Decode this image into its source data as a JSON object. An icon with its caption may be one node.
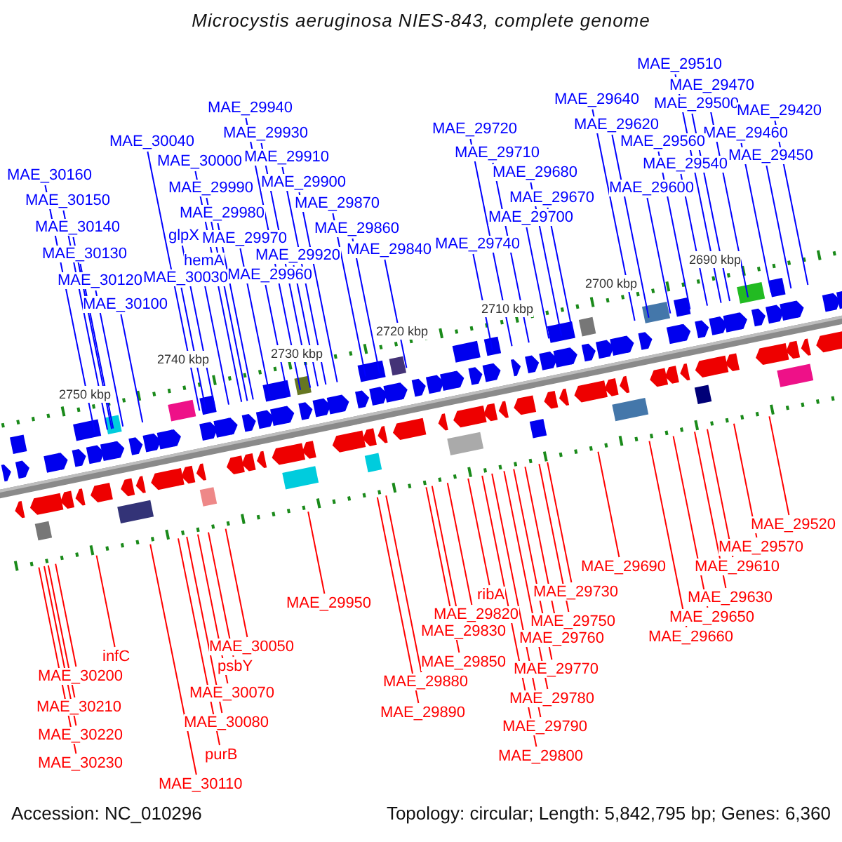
{
  "diagram": {
    "title": "Microcystis aeruginosa NIES-843, complete genome",
    "nodes": [
      {
        "text": [
          "MAE_29510"
        ]
      },
      {
        "text": [
          "MAE_29470"
        ]
      },
      {
        "text": [
          "MAE_29640"
        ]
      },
      {
        "text": [
          "MAE_29500"
        ]
      },
      {
        "text": [
          "MAE_29940"
        ]
      },
      {
        "text": [
          "MAE_29420"
        ]
      },
      {
        "text": [
          "MAE_29620"
        ]
      },
      {
        "text": [
          "MAE_29720"
        ]
      },
      {
        "text": [
          "MAE_29930"
        ]
      },
      {
        "text": [
          "MAE_29460"
        ]
      },
      {
        "text": [
          "MAE_30040"
        ]
      },
      {
        "text": [
          "MAE_29560"
        ]
      },
      {
        "text": [
          "MAE_29710"
        ]
      },
      {
        "text": [
          "MAE_29910"
        ]
      },
      {
        "text": [
          "MAE_29450"
        ]
      },
      {
        "text": [
          "MAE_30000"
        ]
      },
      {
        "text": [
          "MAE_29540"
        ]
      },
      {
        "text": [
          "MAE_29680"
        ]
      },
      {
        "text": [
          "MAE_30160"
        ]
      },
      {
        "text": [
          "MAE_29900"
        ]
      },
      {
        "text": [
          "MAE_29990"
        ]
      },
      {
        "text": [
          "MAE_29600"
        ]
      },
      {
        "text": [
          "MAE_29670"
        ]
      },
      {
        "text": [
          "MAE_30150"
        ]
      },
      {
        "text": [
          "MAE_29870"
        ]
      },
      {
        "text": [
          "MAE_29980"
        ]
      },
      {
        "text": [
          "MAE_29700"
        ]
      },
      {
        "text": [
          "MAE_30140"
        ]
      },
      {
        "text": [
          "MAE_29860"
        ]
      },
      {
        "text": [
          "glpX"
        ]
      },
      {
        "text": [
          "MAE_29970"
        ]
      },
      {
        "text": [
          "MAE_29740"
        ]
      },
      {
        "text": [
          "MAE_29840"
        ]
      },
      {
        "text": [
          "MAE_30130"
        ]
      },
      {
        "text": [
          "MAE_29920"
        ]
      },
      {
        "text": [
          "hemA"
        ]
      },
      {
        "text": [
          "MAE_29960"
        ]
      },
      {
        "text": [
          "MAE_30030"
        ]
      },
      {
        "text": [
          "MAE_30120"
        ]
      },
      {
        "text": [
          "MAE_30100"
        ]
      },
      {
        "text": [
          "MAE_29520"
        ]
      },
      {
        "text": [
          "MAE_29570"
        ]
      },
      {
        "text": [
          "MAE_29610"
        ]
      },
      {
        "text": [
          "MAE_29690"
        ]
      },
      {
        "text": [
          "MAE_29730"
        ]
      },
      {
        "text": [
          "ribA"
        ]
      },
      {
        "text": [
          "MAE_29630"
        ]
      },
      {
        "text": [
          "MAE_29950"
        ]
      },
      {
        "text": [
          "MAE_29820"
        ]
      },
      {
        "text": [
          "MAE_29650"
        ]
      },
      {
        "text": [
          "MAE_29750"
        ]
      },
      {
        "text": [
          "MAE_29830"
        ]
      },
      {
        "text": [
          "MAE_29660"
        ]
      },
      {
        "text": [
          "MAE_29760"
        ]
      },
      {
        "text": [
          "MAE_30050"
        ]
      },
      {
        "text": [
          "infC"
        ]
      },
      {
        "text": [
          "MAE_29850"
        ]
      },
      {
        "text": [
          "psbY"
        ]
      },
      {
        "text": [
          "MAE_29770"
        ]
      },
      {
        "text": [
          "MAE_30200"
        ]
      },
      {
        "text": [
          "MAE_29880"
        ]
      },
      {
        "text": [
          "MAE_30070"
        ]
      },
      {
        "text": [
          "MAE_29780"
        ]
      },
      {
        "text": [
          "MAE_30210"
        ]
      },
      {
        "text": [
          "MAE_29890"
        ]
      },
      {
        "text": [
          "MAE_30080"
        ]
      },
      {
        "text": [
          "MAE_29790"
        ]
      },
      {
        "text": [
          "MAE_30220"
        ]
      },
      {
        "text": [
          "purB"
        ]
      },
      {
        "text": [
          "MAE_29800"
        ]
      },
      {
        "text": [
          "MAE_30230"
        ]
      },
      {
        "text": [
          "MAE_30110"
        ]
      }
    ],
    "edges": [
      {
        "from": 0,
        "to": null,
        "arrow": "none"
      },
      {
        "from": 1,
        "to": null,
        "arrow": "none"
      },
      {
        "from": 2,
        "to": null,
        "arrow": "none"
      },
      {
        "from": 3,
        "to": null,
        "arrow": "none"
      },
      {
        "from": 4,
        "to": null,
        "arrow": "none"
      },
      {
        "from": 5,
        "to": null,
        "arrow": "none"
      },
      {
        "from": 6,
        "to": null,
        "arrow": "none"
      },
      {
        "from": 7,
        "to": null,
        "arrow": "none"
      },
      {
        "from": 8,
        "to": null,
        "arrow": "none"
      },
      {
        "from": 9,
        "to": null,
        "arrow": "none"
      },
      {
        "from": 10,
        "to": null,
        "arrow": "none"
      },
      {
        "from": 11,
        "to": null,
        "arrow": "none"
      },
      {
        "from": 12,
        "to": null,
        "arrow": "none"
      },
      {
        "from": 13,
        "to": null,
        "arrow": "none"
      },
      {
        "from": 14,
        "to": null,
        "arrow": "none"
      },
      {
        "from": 15,
        "to": null,
        "arrow": "none"
      },
      {
        "from": 16,
        "to": null,
        "arrow": "none"
      },
      {
        "from": 17,
        "to": null,
        "arrow": "none"
      },
      {
        "from": 18,
        "to": null,
        "arrow": "none"
      },
      {
        "from": 19,
        "to": null,
        "arrow": "none"
      },
      {
        "from": 20,
        "to": null,
        "arrow": "none"
      },
      {
        "from": 21,
        "to": null,
        "arrow": "none"
      },
      {
        "from": 22,
        "to": null,
        "arrow": "none"
      },
      {
        "from": 23,
        "to": null,
        "arrow": "none"
      },
      {
        "from": 24,
        "to": null,
        "arrow": "none"
      },
      {
        "from": 25,
        "to": null,
        "arrow": "none"
      },
      {
        "from": 26,
        "to": null,
        "arrow": "none"
      },
      {
        "from": 27,
        "to": null,
        "arrow": "none"
      },
      {
        "from": 28,
        "to": null,
        "arrow": "none"
      },
      {
        "from": 29,
        "to": null,
        "arrow": "none"
      },
      {
        "from": 30,
        "to": null,
        "arrow": "none"
      },
      {
        "from": 31,
        "to": null,
        "arrow": "none"
      },
      {
        "from": 32,
        "to": null,
        "arrow": "none"
      },
      {
        "from": 33,
        "to": null,
        "arrow": "none"
      },
      {
        "from": 34,
        "to": null,
        "arrow": "none"
      },
      {
        "from": 35,
        "to": null,
        "arrow": "none"
      },
      {
        "from": 36,
        "to": null,
        "arrow": "none"
      },
      {
        "from": 37,
        "to": null,
        "arrow": "none"
      },
      {
        "from": 38,
        "to": null,
        "arrow": "none"
      },
      {
        "from": 39,
        "to": null,
        "arrow": "none"
      },
      {
        "from": 40,
        "to": null,
        "arrow": "none",
        "color": "#ff0000"
      },
      {
        "from": 41,
        "to": null,
        "arrow": "none",
        "color": "#ff0000"
      },
      {
        "from": 42,
        "to": null,
        "arrow": "none",
        "color": "#ff0000"
      },
      {
        "from": 43,
        "to": null,
        "arrow": "none",
        "color": "#ff0000"
      },
      {
        "from": 44,
        "to": null,
        "arrow": "none",
        "color": "#ff0000"
      },
      {
        "from": 45,
        "to": null,
        "arrow": "none",
        "color": "#ff0000"
      },
      {
        "from": 46,
        "to": null,
        "arrow": "none",
        "color": "#ff0000"
      },
      {
        "from": 47,
        "to": null,
        "arrow": "none",
        "color": "#ff0000"
      },
      {
        "from": 48,
        "to": null,
        "arrow": "none",
        "color": "#ff0000"
      },
      {
        "from": 49,
        "to": null,
        "arrow": "none",
        "color": "#ff0000"
      },
      {
        "from": 50,
        "to": null,
        "arrow": "none",
        "color": "#ff0000"
      },
      {
        "from": 51,
        "to": null,
        "arrow": "none",
        "color": "#ff0000"
      },
      {
        "from": 52,
        "to": null,
        "arrow": "none",
        "color": "#ff0000"
      },
      {
        "from": 53,
        "to": null,
        "arrow": "none",
        "color": "#ff0000"
      },
      {
        "from": 54,
        "to": null,
        "arrow": "none",
        "color": "#ff0000"
      },
      {
        "from": 55,
        "to": null,
        "arrow": "none",
        "color": "#ff0000"
      },
      {
        "from": 56,
        "to": null,
        "arrow": "none",
        "color": "#ff0000"
      },
      {
        "from": 57,
        "to": null,
        "arrow": "none",
        "color": "#ff0000"
      },
      {
        "from": 58,
        "to": null,
        "arrow": "none",
        "color": "#ff0000"
      },
      {
        "from": 59,
        "to": null,
        "arrow": "none",
        "color": "#ff0000"
      },
      {
        "from": 60,
        "to": null,
        "arrow": "none",
        "color": "#ff0000"
      },
      {
        "from": 61,
        "to": null,
        "arrow": "none",
        "color": "#ff0000"
      },
      {
        "from": 62,
        "to": null,
        "arrow": "none",
        "color": "#ff0000"
      },
      {
        "from": 63,
        "to": null,
        "arrow": "none",
        "color": "#ff0000"
      },
      {
        "from": 64,
        "to": null,
        "arrow": "none",
        "color": "#ff0000"
      },
      {
        "from": 65,
        "to": null,
        "arrow": "none",
        "color": "#ff0000"
      },
      {
        "from": 66,
        "to": null,
        "arrow": "none",
        "color": "#ff0000"
      },
      {
        "from": 67,
        "to": null,
        "arrow": "none",
        "color": "#ff0000"
      },
      {
        "from": 68,
        "to": null,
        "arrow": "none",
        "color": "#ff0000"
      },
      {
        "from": 69,
        "to": null,
        "arrow": "none",
        "color": "#ff0000"
      },
      {
        "from": 70,
        "to": null,
        "arrow": "none",
        "color": "#ff0000"
      },
      {
        "from": 71,
        "to": null,
        "arrow": "none",
        "color": "#ff0000"
      }
    ],
    "labels": [
      "2750 kbp",
      "2740 kbp",
      "2730 kbp",
      "2720 kbp",
      "2710 kbp",
      "2700 kbp",
      "2690 kbp",
      "Accession: NC_010296",
      "Topology: circular; Length: 5,842,795 bp; Genes: 6,360"
    ]
  }
}
